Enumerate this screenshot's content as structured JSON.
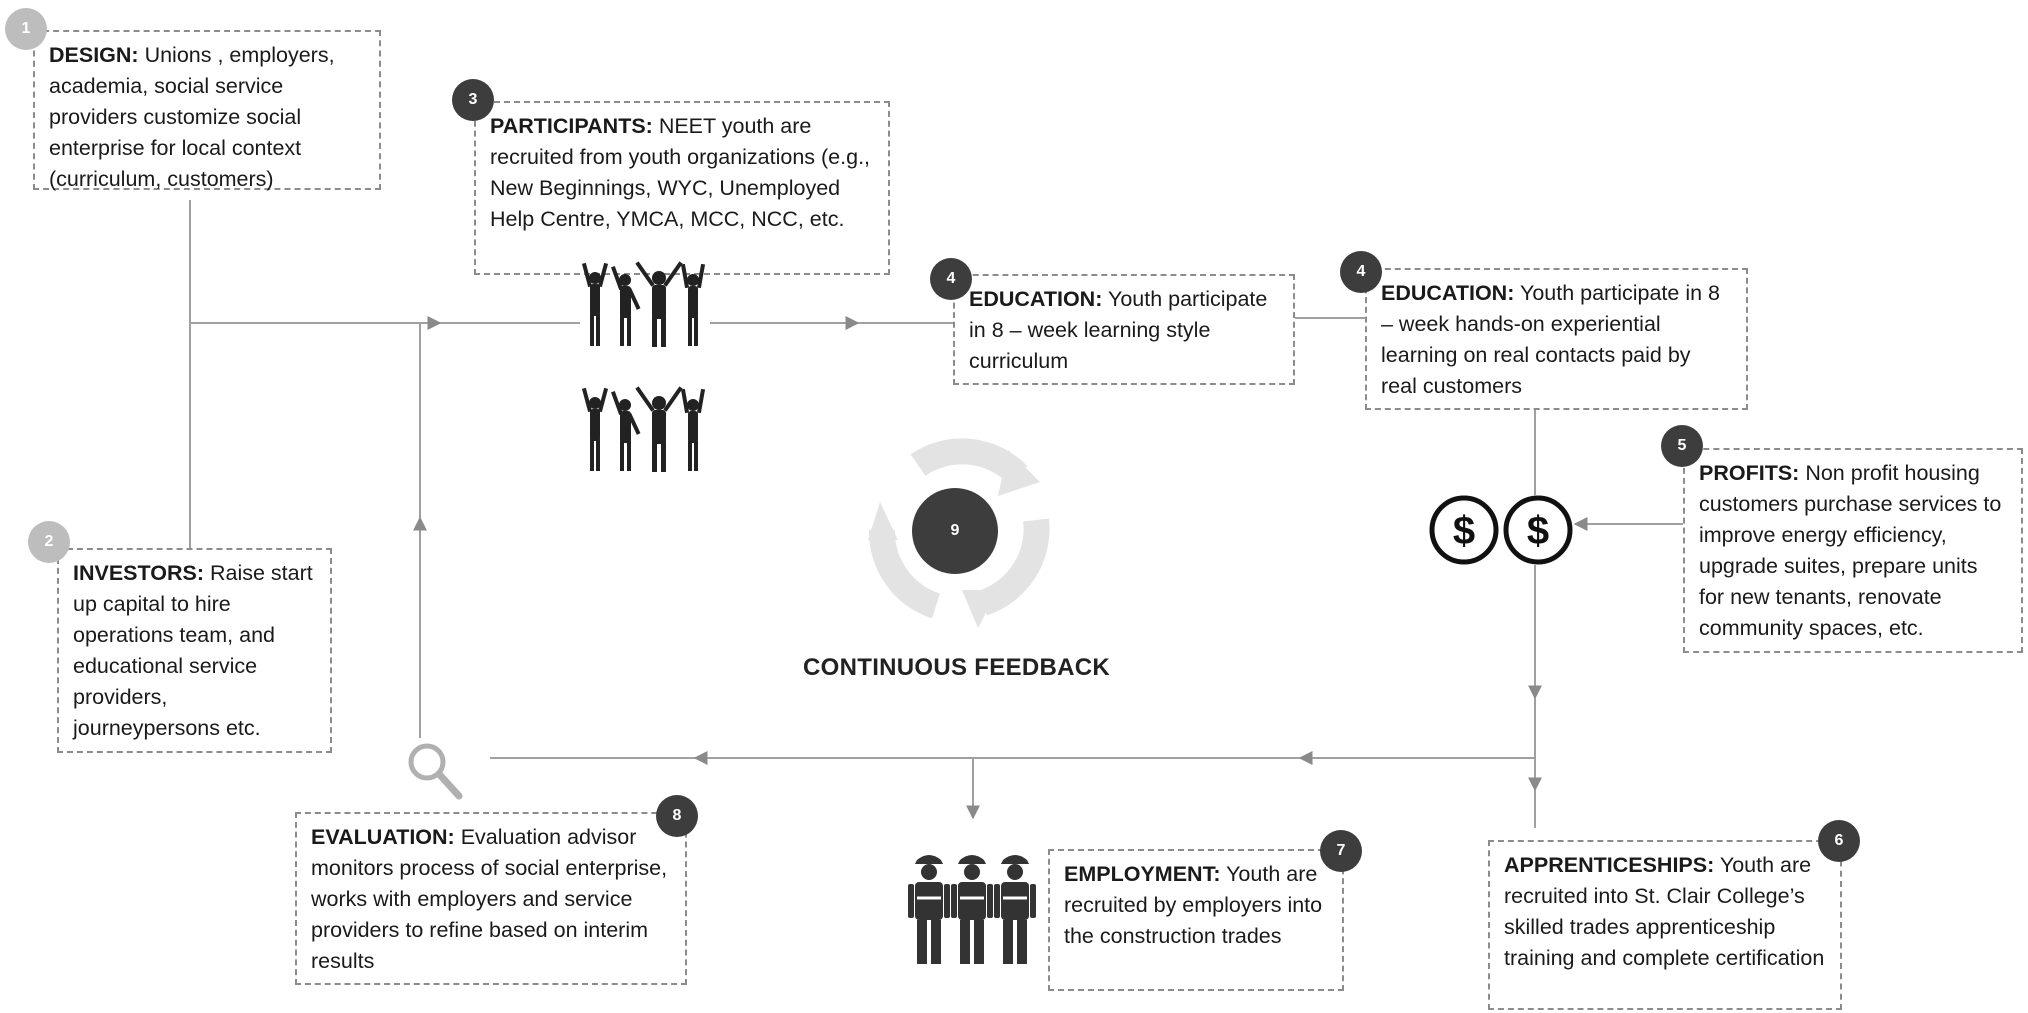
{
  "steps": [
    {
      "number": "1",
      "title": "DESIGN:",
      "text": " Unions , employers, academia, social service providers  customize social enterprise for local context (curriculum, customers)"
    },
    {
      "number": "2",
      "title": "INVESTORS:",
      "text": " Raise start up capital to hire operations team, and educational service providers, journeypersons etc."
    },
    {
      "number": "3",
      "title": "PARTICIPANTS:",
      "text": " NEET youth are recruited from youth organizations (e.g., New Beginnings, WYC, Unemployed Help Centre, YMCA, MCC, NCC, etc."
    },
    {
      "number": "4",
      "title": "EDUCATION:",
      "text": " Youth participate in 8 – week learning style curriculum"
    },
    {
      "number": "4",
      "title": "EDUCATION:",
      "text": " Youth participate in 8 – week hands-on experiential learning on real contacts paid by real customers"
    },
    {
      "number": "5",
      "title": "PROFITS:",
      "text": " Non profit housing customers purchase services to improve energy efficiency, upgrade suites, prepare units for new tenants, renovate community spaces, etc."
    },
    {
      "number": "6",
      "title": "APPRENTICESHIPS:",
      "text": " Youth are recruited into St. Clair College’s skilled trades apprenticeship training and complete certification"
    },
    {
      "number": "7",
      "title": "EMPLOYMENT:",
      "text": " Youth are recruited by employers into the construction trades"
    },
    {
      "number": "8",
      "title": "EVALUATION:",
      "text": " Evaluation advisor monitors process of social enterprise, works with employers and service providers to refine based on interim results"
    }
  ],
  "center": {
    "number": "9",
    "label": "CONTINUOUS FEEDBACK"
  },
  "icons": {
    "people": "people-cheering-icon",
    "money": "dollar-coin-icon",
    "search": "magnifying-glass-icon",
    "workers": "construction-workers-icon",
    "cycle": "cycle-arrows-icon"
  },
  "colors": {
    "badge_dark": "#3d3d3d",
    "badge_light": "#bdbdbd",
    "line": "#9a9a9a",
    "box_border": "#8c8c8c"
  }
}
